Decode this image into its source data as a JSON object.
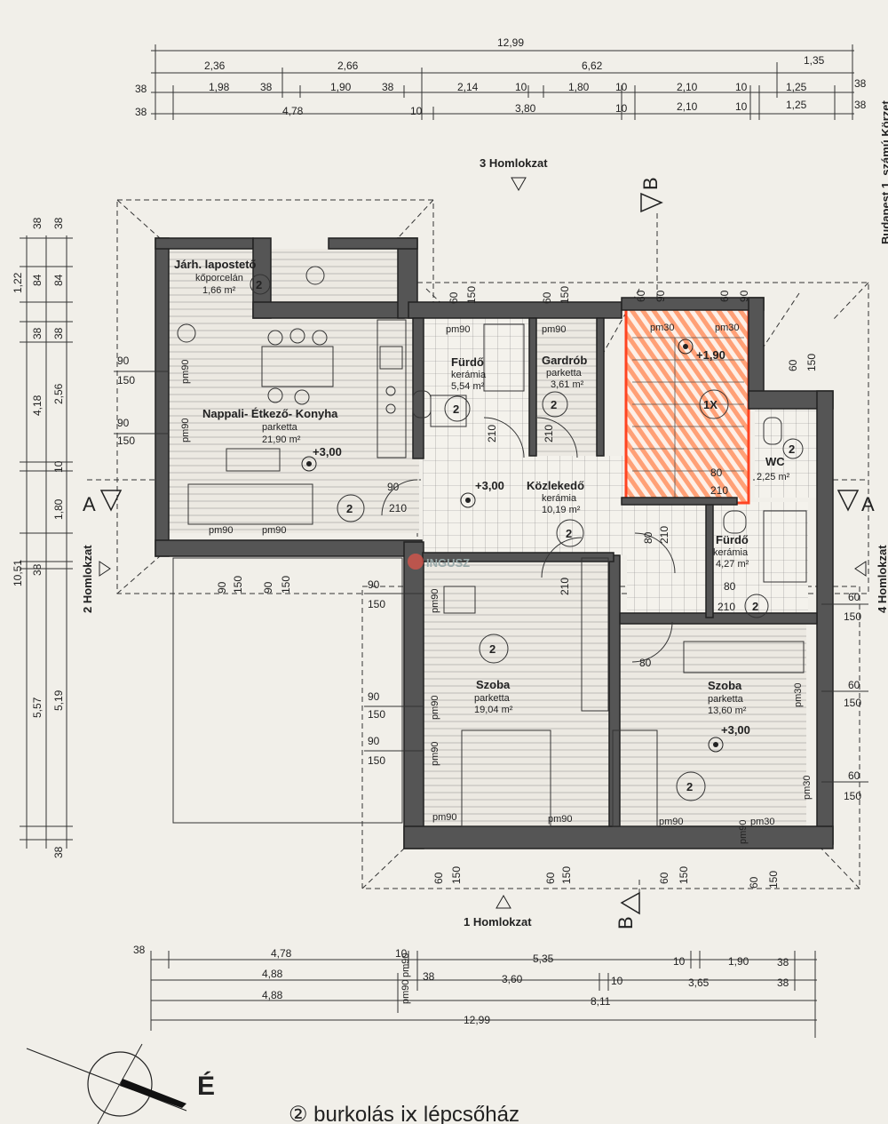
{
  "dimensions": {
    "top": {
      "row1": [
        "12,99"
      ],
      "row2": [
        "2,36",
        "2,66",
        "6,62",
        "1,35"
      ],
      "row3": [
        "38",
        "1,98",
        "38",
        "1,90",
        "38",
        "2,14",
        "10",
        "1,80",
        "10",
        "2,10",
        "10",
        "1,25",
        "38"
      ],
      "row4": [
        "38",
        "4,78",
        "10",
        "3,80",
        "10",
        "2,10",
        "10",
        "1,25",
        "38"
      ]
    },
    "bottom": {
      "row1": [
        "38",
        "4,78",
        "10",
        "5,35",
        "10",
        "1,90",
        "38"
      ],
      "row2": [
        "4,88",
        "38",
        "3,60",
        "10",
        "3,65",
        "38"
      ],
      "row3": [
        "4,88",
        "8,11"
      ],
      "row4": [
        "12,99"
      ]
    },
    "left": {
      "outer": [
        "38",
        "1,22",
        "38",
        "4,18",
        "10",
        "5,57",
        "38"
      ],
      "middle": [
        "84",
        "38",
        "2,56",
        "1,80",
        "38",
        "5,19"
      ],
      "inner": [
        "38",
        "84"
      ],
      "total": "10,51"
    }
  },
  "facades": {
    "front": "1 Homlokzat",
    "left": "2 Homlokzat",
    "rear": "3 Homlokzat",
    "right": "4 Homlokzat"
  },
  "sections": {
    "a_left": "A",
    "a_right": "A",
    "b_top": "B",
    "b_bottom": "B"
  },
  "rooms": [
    {
      "id": "terrace",
      "name": "Járh. lapostető",
      "floor": "kőporcelán",
      "area": "1,66 m²",
      "tag": "2"
    },
    {
      "id": "living",
      "name": "Nappali- Étkező- Konyha",
      "floor": "parketta",
      "area": "21,90 m²",
      "tag": "2"
    },
    {
      "id": "bath1",
      "name": "Fürdő",
      "floor": "kerámia",
      "area": "5,54 m²",
      "tag": "2"
    },
    {
      "id": "wardrobe",
      "name": "Gardrób",
      "floor": "parketta",
      "area": "3,61 m²",
      "tag": "2"
    },
    {
      "id": "stair",
      "name": "",
      "floor": "",
      "area": "",
      "tag": "1X"
    },
    {
      "id": "wc",
      "name": "WC",
      "floor": "",
      "area": "2,25 m²",
      "tag": "2"
    },
    {
      "id": "hall",
      "name": "Közlekedő",
      "floor": "kerámia",
      "area": "10,19 m²",
      "tag": "2"
    },
    {
      "id": "bath2",
      "name": "Fürdő",
      "floor": "kerámia",
      "area": "4,27 m²",
      "tag": "2"
    },
    {
      "id": "room1",
      "name": "Szoba",
      "floor": "parketta",
      "area": "19,04 m²",
      "tag": "2"
    },
    {
      "id": "room2",
      "name": "Szoba",
      "floor": "parketta",
      "area": "13,60 m²",
      "tag": "2"
    }
  ],
  "levels": {
    "living": "+3,00",
    "hall": "+3,00",
    "stair": "+1,90",
    "room2": "+3,00"
  },
  "windows": {
    "left_90a": "90",
    "left_150a": "150",
    "left_90b": "90",
    "left_150b": "150",
    "bottom_90a": "90",
    "bottom_150a": "150",
    "bottom_90b": "90",
    "bottom_150b": "150",
    "room1_90a": "90",
    "room1_150a": "150",
    "room1_90b": "90",
    "room1_150b": "150",
    "room1_90c": "90",
    "room1_150c": "150",
    "front_60a": "60",
    "front_150a": "150",
    "front_60b": "60",
    "front_150b": "150",
    "front_60c": "60",
    "front_150c": "150",
    "front_60d": "60",
    "front_150d": "150",
    "right_60a": "60",
    "right_150a": "150",
    "right_60b": "60",
    "right_150b": "150",
    "right_60c": "60",
    "right_150c": "150",
    "top_60a": "60",
    "top_150a": "150",
    "top_60b": "60",
    "top_150b": "150",
    "top_60c": "60",
    "top_90c": "90",
    "top_60d": "60",
    "top_90d": "90",
    "wc_60": "60",
    "wc_150": "150"
  },
  "parapets": [
    "pm90",
    "pm90",
    "pm90",
    "pm90",
    "pm90",
    "pm90",
    "pm30",
    "pm30",
    "pm90",
    "pm90",
    "pm90",
    "pm30",
    "pm30",
    "pm30",
    "pm90",
    "pm90",
    "pm90",
    "pm90",
    "pm90",
    "pm90"
  ],
  "doors": {
    "living": "210",
    "living_w": "90",
    "bath1": "210",
    "wardrobe": "210",
    "stair_w": "80",
    "stair": "210",
    "hall_w": "80",
    "hall": "210",
    "bath2_w": "80",
    "bath2": "210",
    "room_w": "80",
    "room1": "210"
  },
  "north": "É",
  "stamp": "INGUSZ",
  "vertical_header": "Budapest 1. számú Körzet",
  "bottom_legend": "② burkolás ⅸ lépcsőház"
}
